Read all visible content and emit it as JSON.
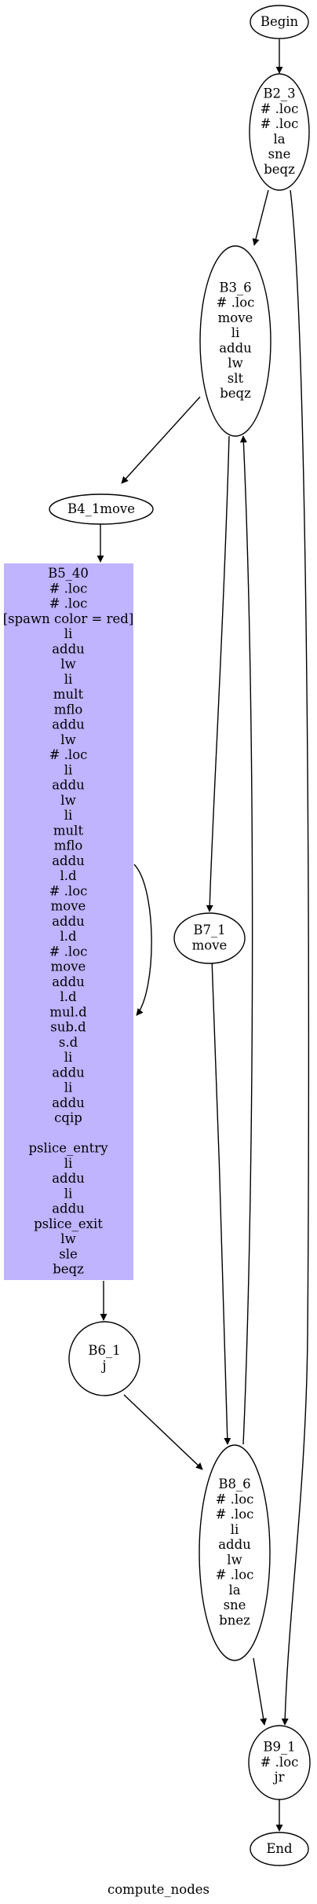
{
  "title": "compute_nodes",
  "nodes": {
    "begin": {
      "lines": [
        "Begin"
      ]
    },
    "b2_3": {
      "lines": [
        "B2_3",
        "# .loc",
        "# .loc",
        "la",
        "sne",
        "beqz"
      ]
    },
    "b3_6": {
      "lines": [
        "B3_6",
        "# .loc",
        "move",
        "li",
        "addu",
        "lw",
        "slt",
        "beqz"
      ]
    },
    "b4_1": {
      "lines": [
        "B4_1move"
      ]
    },
    "b5_40": {
      "lines": [
        "B5_40",
        "# .loc",
        "# .loc",
        "[spawn color = red]",
        "li",
        "addu",
        "lw",
        "li",
        "mult",
        "mflo",
        "addu",
        "lw",
        "# .loc",
        "li",
        "addu",
        "lw",
        "li",
        "mult",
        "mflo",
        "addu",
        "l.d",
        "# .loc",
        "move",
        "addu",
        "l.d",
        "# .loc",
        "move",
        "addu",
        "l.d",
        "mul.d",
        "sub.d",
        "s.d",
        "li",
        "addu",
        "li",
        "addu",
        "cqip",
        "",
        "pslice_entry",
        "li",
        "addu",
        "li",
        "addu",
        "pslice_exit",
        "lw",
        "sle",
        "beqz"
      ],
      "fill": "#c0b3ff"
    },
    "b6_1": {
      "lines": [
        "B6_1",
        "j"
      ]
    },
    "b7_1": {
      "lines": [
        "B7_1",
        "move"
      ]
    },
    "b8_6": {
      "lines": [
        "B8_6",
        "# .loc",
        "# .loc",
        "li",
        "addu",
        "lw",
        "# .loc",
        "la",
        "sne",
        "bnez"
      ]
    },
    "b9_1": {
      "lines": [
        "B9_1",
        "# .loc",
        "jr"
      ]
    },
    "end": {
      "lines": [
        "End"
      ]
    }
  }
}
